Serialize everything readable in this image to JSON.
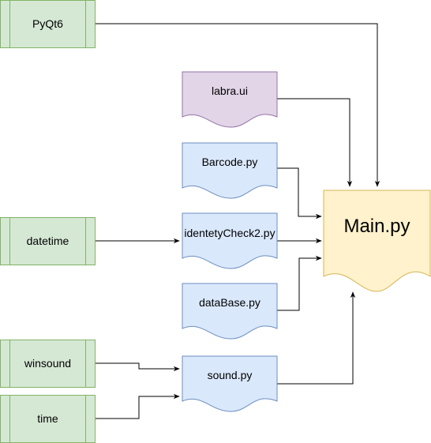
{
  "colors": {
    "module_fill": "#d5e8d4",
    "module_stroke": "#82b366",
    "ui_fill": "#e1d5e7",
    "ui_stroke": "#9673a6",
    "py_fill": "#dae8fc",
    "py_stroke": "#6c8ebf",
    "main_fill": "#fff2cc",
    "main_stroke": "#d6b656",
    "edge": "#000000"
  },
  "modules": {
    "pyqt6": "PyQt6",
    "datetime": "datetime",
    "winsound": "winsound",
    "time": "time"
  },
  "files": {
    "labra_ui": "labra.ui",
    "barcode": "Barcode.py",
    "identety": "identetyCheck2.py",
    "database": "dataBase.py",
    "sound": "sound.py",
    "main": "Main.py"
  }
}
